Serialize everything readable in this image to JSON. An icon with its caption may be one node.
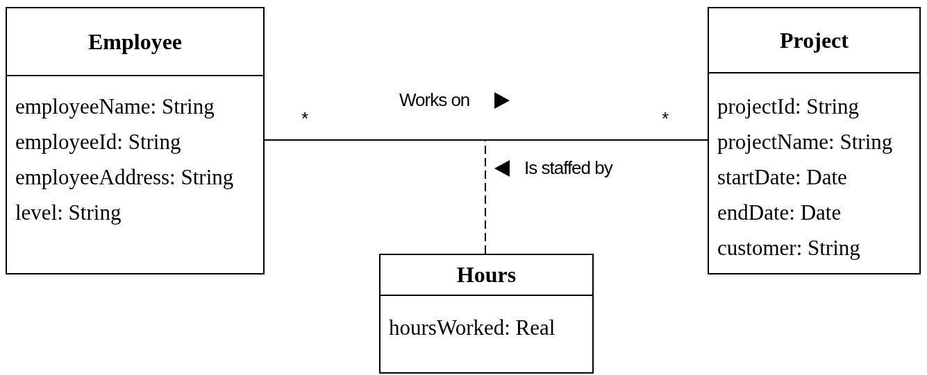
{
  "diagram": {
    "nodes": [
      {
        "text": [
          "Employee",
          "employeeName: String",
          "employeeId: String",
          "employeeAddress: String",
          "level: String"
        ]
      },
      {
        "text": [
          "Project",
          "projectId: String",
          "projectName: String",
          "startDate: Date",
          "endDate: Date",
          "customer: String"
        ]
      },
      {
        "text": [
          "Hours",
          "hoursWorked: Real"
        ]
      }
    ],
    "edges": [
      {
        "from": 0,
        "to": 1,
        "arrow": "none",
        "label": "Works on"
      },
      {
        "from": 2,
        "to": null,
        "arrow": "none",
        "style": "dashed",
        "label": "Is staffed by"
      }
    ],
    "labels": [
      "*",
      "*"
    ]
  }
}
